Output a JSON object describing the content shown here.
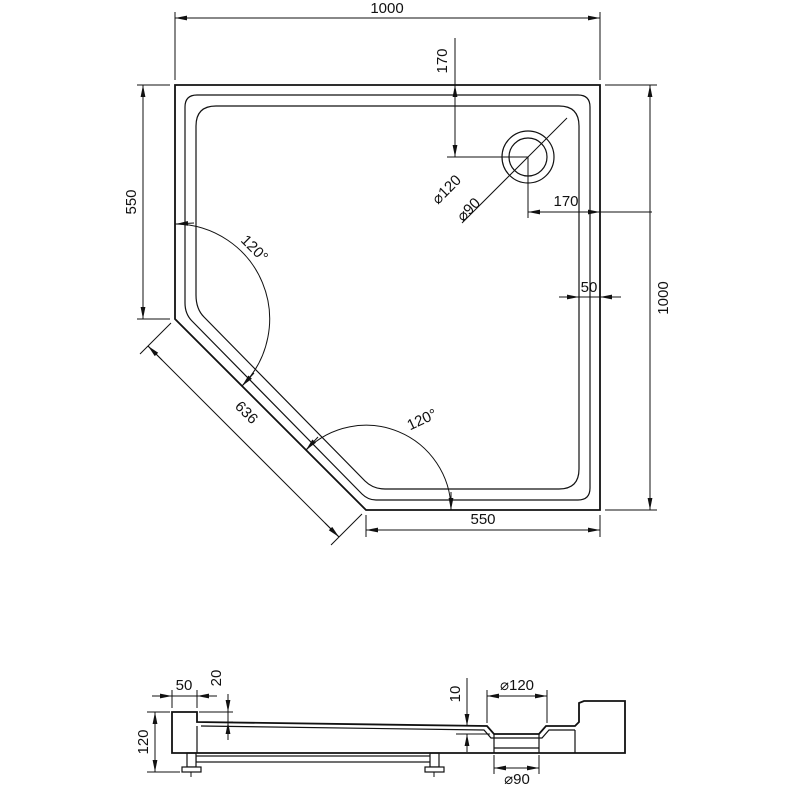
{
  "colors": {
    "line": "#111111",
    "background": "#ffffff"
  },
  "top_view": {
    "width_top": "1000",
    "drain_offset_top": "170",
    "left_edge": "550",
    "drain_offset_right": "170",
    "right_edge": "1000",
    "rim_width": "50",
    "corner_angle_left": "120°",
    "chamfer_length": "636",
    "corner_angle_bottom": "120°",
    "bottom_edge": "550",
    "drain_outer_dia": "⌀120",
    "drain_inner_dia": "⌀90"
  },
  "section_view": {
    "rim_width": "50",
    "rim_step": "20",
    "recess_depth": "10",
    "recess_dia": "⌀120",
    "total_height": "120",
    "drain_hole_dia": "⌀90"
  }
}
